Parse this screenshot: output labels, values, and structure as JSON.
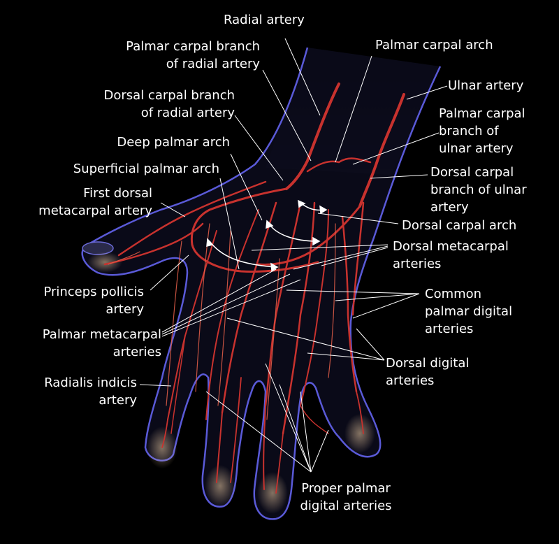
{
  "labels": {
    "radial_artery": "Radial artery",
    "palmar_carpal_branch_radial_1": "Palmar carpal branch",
    "palmar_carpal_branch_radial_2": "of  radial artery",
    "dorsal_carpal_branch_radial_1": "Dorsal carpal branch",
    "dorsal_carpal_branch_radial_2": "of radial artery",
    "deep_palmar_arch": "Deep palmar arch",
    "superficial_palmar_arch": "Superficial palmar arch",
    "first_dorsal_metacarpal_1": "First dorsal",
    "first_dorsal_metacarpal_2": "metacarpal artery",
    "princeps_pollicis_1": "Princeps pollicis",
    "princeps_pollicis_2": "artery",
    "palmar_metacarpal_1": "Palmar metacarpal",
    "palmar_metacarpal_2": "arteries",
    "radialis_indicis_1": "Radialis indicis",
    "radialis_indicis_2": "artery",
    "palmar_carpal_arch": "Palmar carpal arch",
    "ulnar_artery": "Ulnar artery",
    "palmar_carpal_branch_ulnar_1": "Palmar carpal",
    "palmar_carpal_branch_ulnar_2": "branch of",
    "palmar_carpal_branch_ulnar_3": "ulnar artery",
    "dorsal_carpal_branch_ulnar_1": "Dorsal carpal",
    "dorsal_carpal_branch_ulnar_2": "branch of ulnar",
    "dorsal_carpal_branch_ulnar_3": "artery",
    "dorsal_carpal_arch": "Dorsal carpal arch",
    "dorsal_metacarpal_1": "Dorsal metacarpal",
    "dorsal_metacarpal_2": "arteries",
    "common_palmar_digital_1": "Common",
    "common_palmar_digital_2": "palmar digital",
    "common_palmar_digital_3": "arteries",
    "dorsal_digital_1": "Dorsal digital",
    "dorsal_digital_2": "arteries",
    "proper_palmar_digital_1": "Proper palmar",
    "proper_palmar_digital_2": "digital arteries"
  },
  "colors": {
    "background": "#000000",
    "hand_outline": "#5a5ad8",
    "artery": "#c8322e",
    "artery_light": "#e8604a",
    "leader_line": "#ffffff"
  }
}
